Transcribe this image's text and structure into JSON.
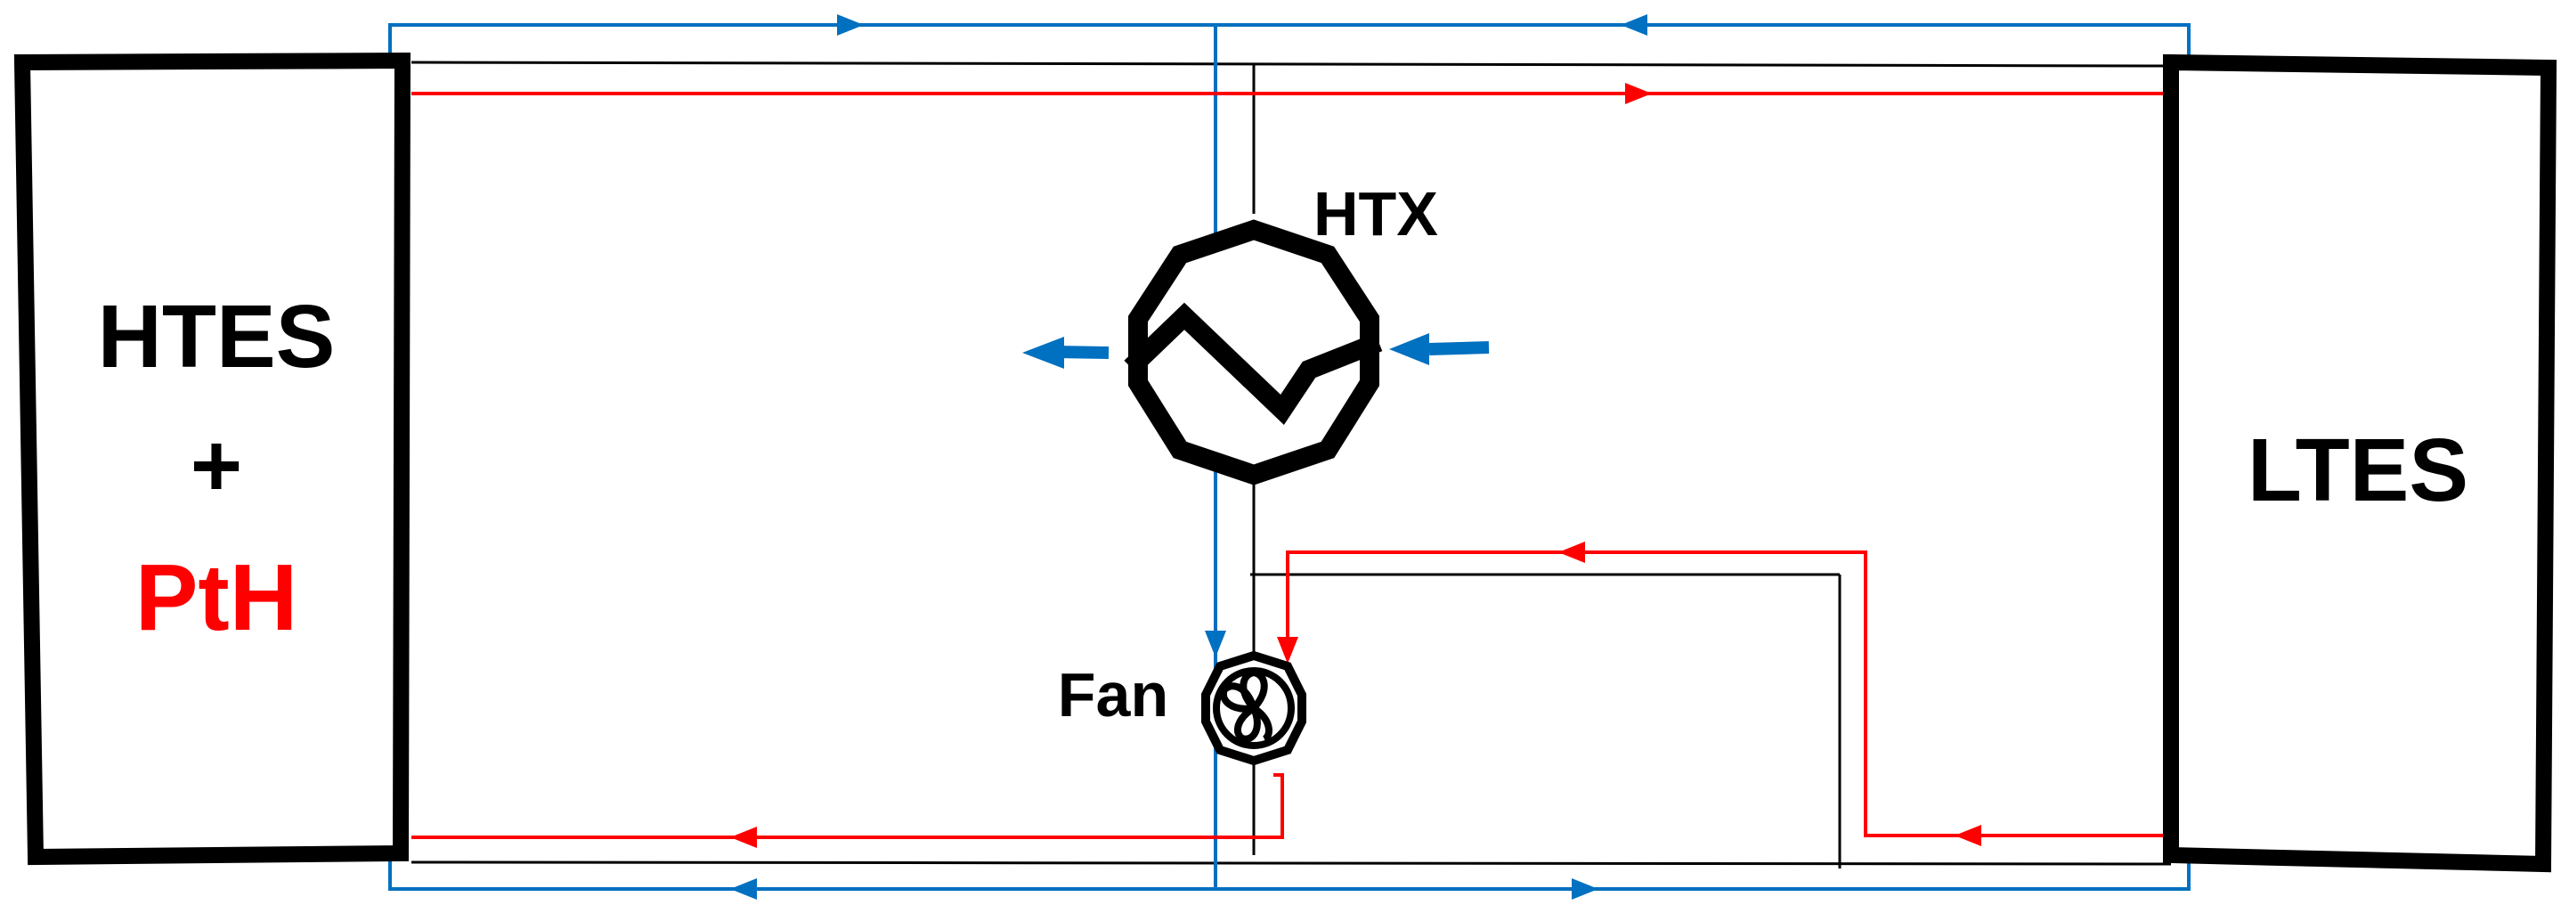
{
  "blocks": {
    "htes": {
      "line1": "HTES",
      "line2": "+",
      "line3": "PtH"
    },
    "ltes": {
      "label": "LTES"
    }
  },
  "components": {
    "htx": {
      "label": "HTX",
      "icon": "heat-exchanger-icon"
    },
    "fan": {
      "label": "Fan",
      "icon": "fan-icon"
    }
  },
  "colors": {
    "black": "#000000",
    "hot": "#ff0000",
    "cold": "#0070c0",
    "pth_text": "#ff0000"
  }
}
